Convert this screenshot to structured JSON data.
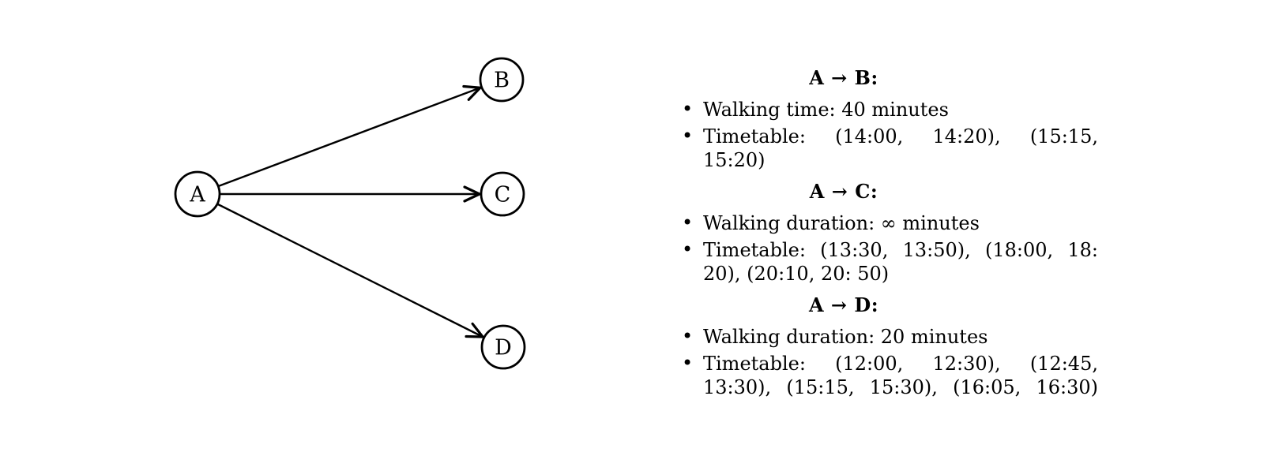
{
  "colors": {
    "ink": "#000000",
    "background": "#ffffff"
  },
  "diagram": {
    "nodes": [
      {
        "id": "A",
        "label": "A"
      },
      {
        "id": "B",
        "label": "B"
      },
      {
        "id": "C",
        "label": "C"
      },
      {
        "id": "D",
        "label": "D"
      }
    ],
    "edges": [
      {
        "from": "A",
        "to": "B"
      },
      {
        "from": "A",
        "to": "C"
      },
      {
        "from": "A",
        "to": "D"
      }
    ]
  },
  "details": {
    "bullet_glyph": "•",
    "sections": [
      {
        "edge": "A → B:",
        "items": [
          {
            "lines": [
              {
                "text": "Walking time: 40 minutes",
                "stretch": false
              }
            ]
          },
          {
            "lines": [
              {
                "text": "Timetable: (14:00, 14:20), (15:15,",
                "stretch": true
              },
              {
                "text": "15:20)",
                "stretch": false
              }
            ]
          }
        ]
      },
      {
        "edge": "A → C:",
        "items": [
          {
            "lines": [
              {
                "text": "Walking duration: ∞ minutes",
                "stretch": false
              }
            ]
          },
          {
            "lines": [
              {
                "text": "Timetable: (13:30, 13:50), (18:00, 18:",
                "stretch": true
              },
              {
                "text": "20), (20:10, 20: 50)",
                "stretch": false
              }
            ]
          }
        ]
      },
      {
        "edge": "A → D:",
        "items": [
          {
            "lines": [
              {
                "text": "Walking duration: 20 minutes",
                "stretch": false
              }
            ]
          },
          {
            "lines": [
              {
                "text": "Timetable: (12:00, 12:30), (12:45,",
                "stretch": true
              },
              {
                "text": "13:30), (15:15, 15:30), (16:05, 16:30)",
                "stretch": true
              }
            ]
          }
        ]
      }
    ]
  }
}
